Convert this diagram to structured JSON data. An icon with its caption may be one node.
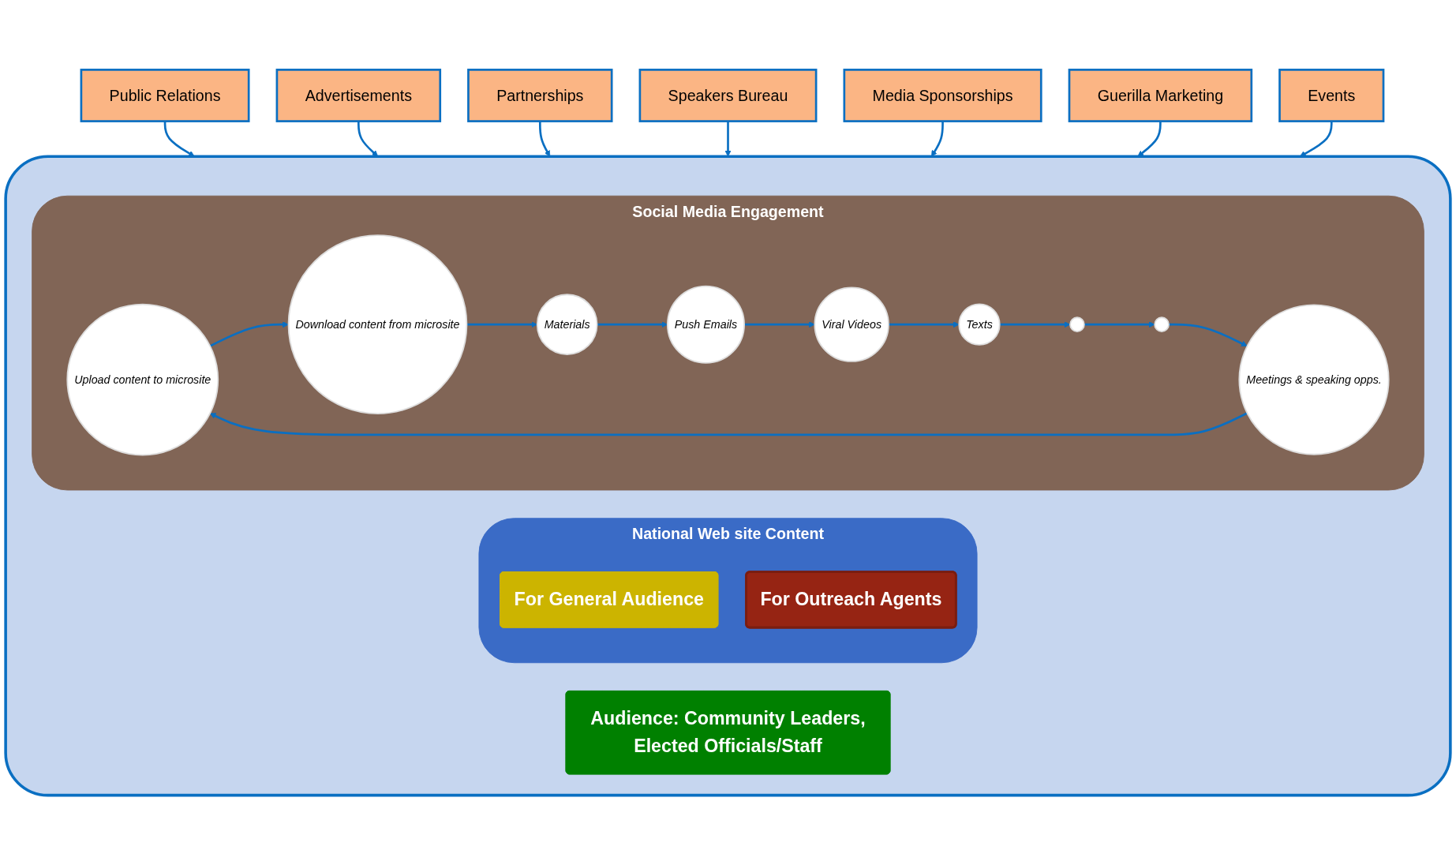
{
  "diagram": {
    "nodes": [
      {
        "text": [
          "Public Relations"
        ]
      },
      {
        "text": [
          "Advertisements"
        ]
      },
      {
        "text": [
          "Partnerships"
        ]
      },
      {
        "text": [
          "Speakers Bureau"
        ]
      },
      {
        "text": [
          "Media Sponsorships"
        ]
      },
      {
        "text": [
          "Guerilla Marketing"
        ]
      },
      {
        "text": [
          "Events"
        ]
      },
      {
        "text": [],
        "shape": "box"
      },
      {
        "text": [
          "National Web site Content"
        ],
        "in": 7
      },
      {
        "text": [
          "For General Audience"
        ],
        "in": 8
      },
      {
        "text": [
          "For Outreach Agents"
        ],
        "in": 8
      },
      {
        "text": [
          "Audience: Community Leaders, Elected Officials/Staff"
        ],
        "in": 7
      },
      {
        "text": [
          "Social Media Engagement"
        ],
        "in": 7
      },
      {
        "text": [
          "Upload content to microsite"
        ],
        "in": 12
      },
      {
        "text": [
          "Download content from microsite"
        ],
        "in": 12
      },
      {
        "text": [
          "Materials"
        ],
        "in": 12
      },
      {
        "text": [
          "Push Emails"
        ],
        "in": 12
      },
      {
        "text": [
          "Viral Videos"
        ],
        "in": 12
      },
      {
        "text": [
          "Texts"
        ],
        "in": 12
      },
      {
        "text": [],
        "shape": "circle",
        "in": 12
      },
      {
        "text": [],
        "shape": "circle",
        "in": 12
      },
      {
        "text": [
          "Meetings & speaking opps."
        ],
        "in": 12
      }
    ],
    "edges": [
      {
        "from": 0,
        "to": 7,
        "arrow": "to"
      },
      {
        "from": 1,
        "to": 7,
        "arrow": "to"
      },
      {
        "from": 2,
        "to": 7,
        "arrow": "to"
      },
      {
        "from": 3,
        "to": 7,
        "arrow": "to"
      },
      {
        "from": 4,
        "to": 7,
        "arrow": "to"
      },
      {
        "from": 5,
        "to": 7,
        "arrow": "to"
      },
      {
        "from": 6,
        "to": 7,
        "arrow": "to"
      },
      {
        "from": 13,
        "to": 14,
        "arrow": "to"
      },
      {
        "from": 14,
        "to": 15,
        "arrow": "to"
      },
      {
        "from": 15,
        "to": 16,
        "arrow": "to"
      },
      {
        "from": 16,
        "to": 17,
        "arrow": "to"
      },
      {
        "from": 17,
        "to": 18,
        "arrow": "to"
      },
      {
        "from": 18,
        "to": 19,
        "arrow": "to"
      },
      {
        "from": 19,
        "to": 20,
        "arrow": "to"
      },
      {
        "from": 20,
        "to": 21,
        "arrow": "to"
      },
      {
        "from": 21,
        "to": 13,
        "arrow": "to"
      }
    ]
  }
}
